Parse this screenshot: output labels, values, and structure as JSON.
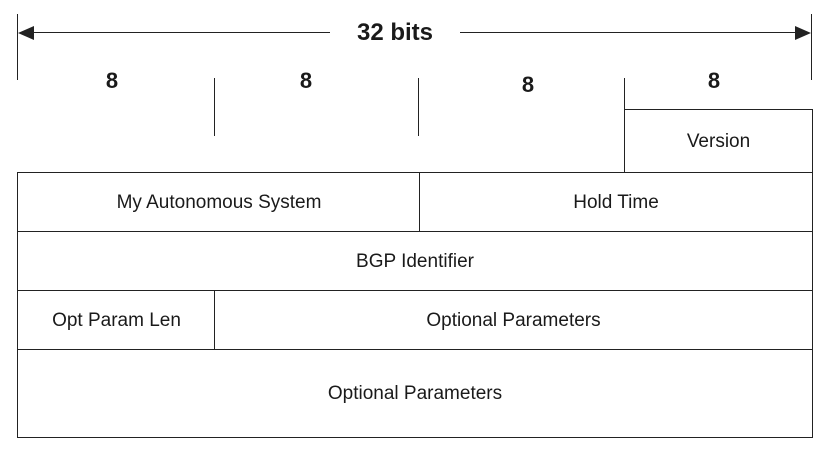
{
  "width_label": "32 bits",
  "byte_labels": [
    "8",
    "8",
    "8",
    "8"
  ],
  "fields": {
    "version": "Version",
    "my_as": "My Autonomous System",
    "hold_time": "Hold Time",
    "bgp_identifier": "BGP Identifier",
    "opt_param_len": "Opt Param Len",
    "optional_parameters_1": "Optional Parameters",
    "optional_parameters_2": "Optional Parameters"
  }
}
